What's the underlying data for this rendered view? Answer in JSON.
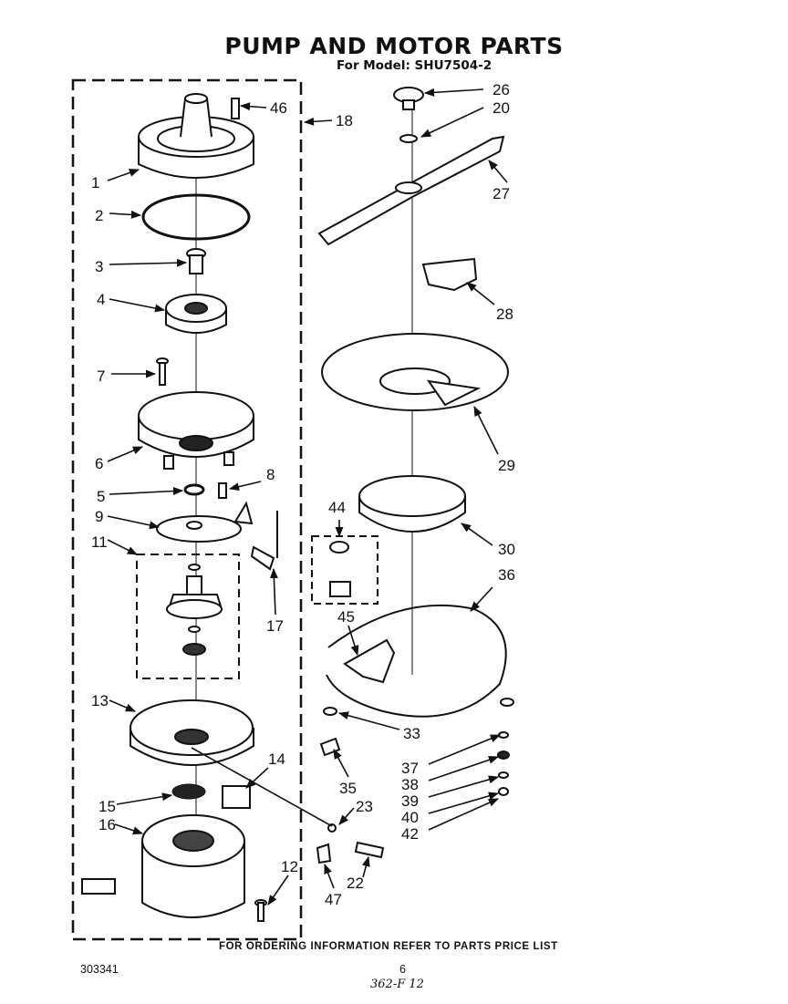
{
  "title": "PUMP AND MOTOR PARTS",
  "subtitle": "For Model: SHU7504-2",
  "footer_note": "FOR ORDERING INFORMATION REFER TO PARTS PRICE LIST",
  "doc_number": "303341",
  "page_number": "6",
  "handwritten_mark": "362-F 12",
  "callouts": {
    "c1": "1",
    "c2": "2",
    "c3": "3",
    "c4": "4",
    "c5": "5",
    "c6": "6",
    "c7": "7",
    "c8": "8",
    "c9": "9",
    "c11": "11",
    "c12": "12",
    "c13": "13",
    "c14": "14",
    "c15": "15",
    "c16": "16",
    "c17": "17",
    "c18": "18",
    "c20": "20",
    "c22": "22",
    "c23": "23",
    "c26": "26",
    "c27": "27",
    "c28": "28",
    "c29": "29",
    "c30": "30",
    "c33": "33",
    "c35": "35",
    "c36": "36",
    "c37": "37",
    "c38": "38",
    "c39": "39",
    "c40": "40",
    "c42": "42",
    "c44": "44",
    "c45": "45",
    "c46": "46",
    "c47": "47"
  }
}
